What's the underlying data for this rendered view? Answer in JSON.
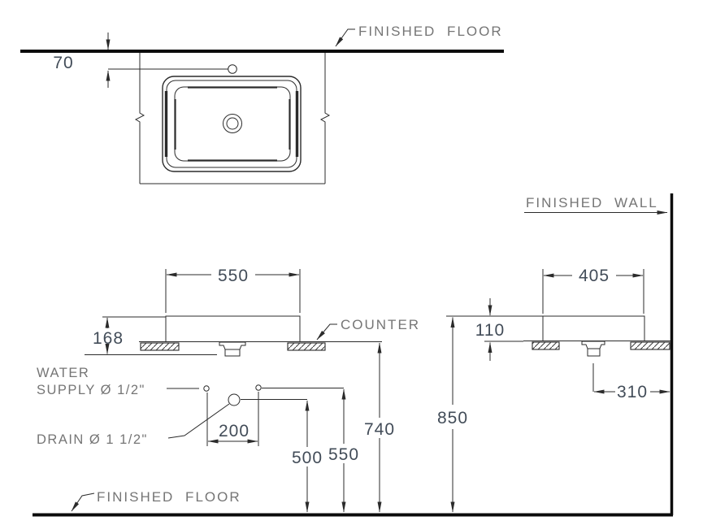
{
  "page": {
    "background": "#ffffff",
    "kind": "sink installation dimension drawing"
  },
  "labels": {
    "finished_floor_top": "FINISHED FLOOR",
    "finished_floor_bottom": "FINISHED FLOOR",
    "finished_wall": "FINISHED WALL",
    "counter": "COUNTER",
    "water_supply_line1": "WATER",
    "water_supply_line2": "SUPPLY Ø 1/2\"",
    "drain": "DRAIN Ø 1 1/2\""
  },
  "dims": {
    "faucet_offset": "70",
    "front_width": "550",
    "front_rim_height": "168",
    "supply_spacing": "200",
    "drain_height": "500",
    "supply_height": "550",
    "counter_height": "740",
    "side_width": "405",
    "rim_above_counter": "110",
    "overall_height": "850",
    "drain_to_wall": "310"
  },
  "colors": {
    "line": "#2b2b2b",
    "thick_line": "#0b0b0b",
    "dim_text": "#424c58",
    "label_text": "#757575"
  }
}
